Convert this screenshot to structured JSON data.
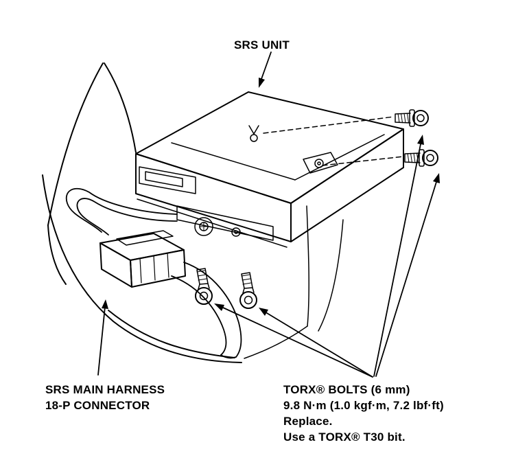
{
  "page": {
    "background": "#ffffff",
    "line_color": "#000000"
  },
  "labels": {
    "srs_unit": "SRS UNIT",
    "harness": {
      "line1": "SRS MAIN HARNESS",
      "line2": "18-P CONNECTOR"
    },
    "torx": {
      "line1": "TORX® BOLTS (6 mm)",
      "line2": "9.8 N·m (1.0 kgf·m, 7.2 lbf·ft)",
      "line3": "Replace.",
      "line4": "Use a TORX® T30 bit."
    }
  },
  "icons": {
    "bolt": "torx-bolt-icon",
    "arrow": "leader-arrow-icon"
  }
}
